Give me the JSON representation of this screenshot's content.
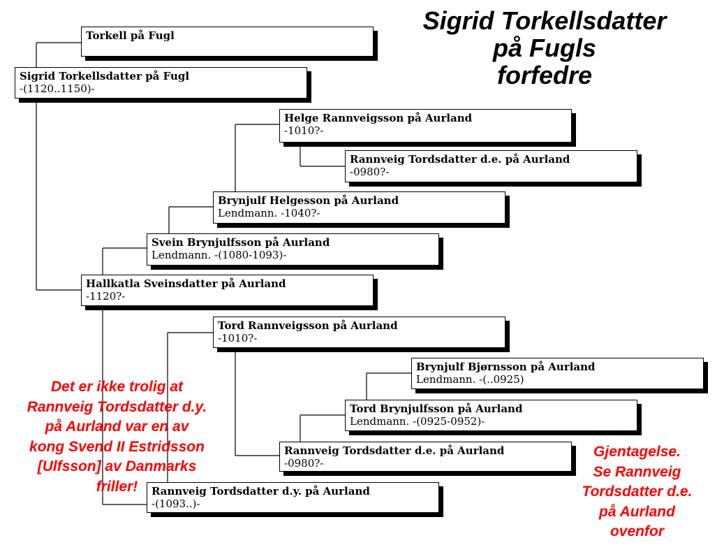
{
  "title": {
    "lines": [
      "Sigrid Torkellsdatter",
      "på Fugls",
      "forfedre"
    ]
  },
  "persons": [
    {
      "id": "torkell",
      "name": "Torkell på Fugl",
      "detail": ""
    },
    {
      "id": "sigrid",
      "name": "Sigrid Torkellsdatter på  Fugl",
      "detail": "-(1120..1150)-"
    },
    {
      "id": "helge",
      "name": "Helge Rannveigsson på  Aurland",
      "detail": "-1010?-"
    },
    {
      "id": "rannveig-de-top",
      "name": "Rannveig Tordsdatter d.e. på  Aurland",
      "detail": "-0980?-"
    },
    {
      "id": "brynjulf-helgesson",
      "name": "Brynjulf Helgesson på Aurland",
      "detail": "Lendmann.  -1040?-"
    },
    {
      "id": "svein",
      "name": "Svein Brynjulfsson på Aurland",
      "detail": "Lendmann.   -(1080-1093)-"
    },
    {
      "id": "hallkatla",
      "name": "Hallkatla  Sveinsdatter på Aurland",
      "detail": "-1120?-"
    },
    {
      "id": "tord-rannveigsson",
      "name": "Tord Rannveigsson  på  Aurland",
      "detail": "-1010?-"
    },
    {
      "id": "brynjulf-bjornsson",
      "name": "Brynjulf Bjørnsson på Aurland",
      "detail": "Lendmann.  -(..0925)"
    },
    {
      "id": "tord-brynjulfsson",
      "name": "Tord Brynjulfsson på Aurland",
      "detail": "Lendmann.  -(0925-0952)-"
    },
    {
      "id": "rannveig-de-bottom",
      "name": "Rannveig Tordsdatter d.e. på  Aurland",
      "detail": "-0980?-"
    },
    {
      "id": "rannveig-dy",
      "name": "Rannveig Tordsdatter d.y. på  Aurland",
      "detail": "-(1093..)-"
    }
  ],
  "notes": {
    "left": [
      "Det er ikke trolig at",
      "Rannveig Tordsdatter d.y.",
      "på Aurland var en av",
      "kong Svend II Estridsson",
      "[Ulfsson] av Danmarks",
      "friller!"
    ],
    "right": [
      "Gjentagelse.",
      "Se Rannveig",
      "Tordsdatter d.e.",
      "på Aurland",
      "ovenfor"
    ]
  },
  "colors": {
    "note": "#ff0000",
    "line": "#000000",
    "box_shadow": "#000000"
  }
}
